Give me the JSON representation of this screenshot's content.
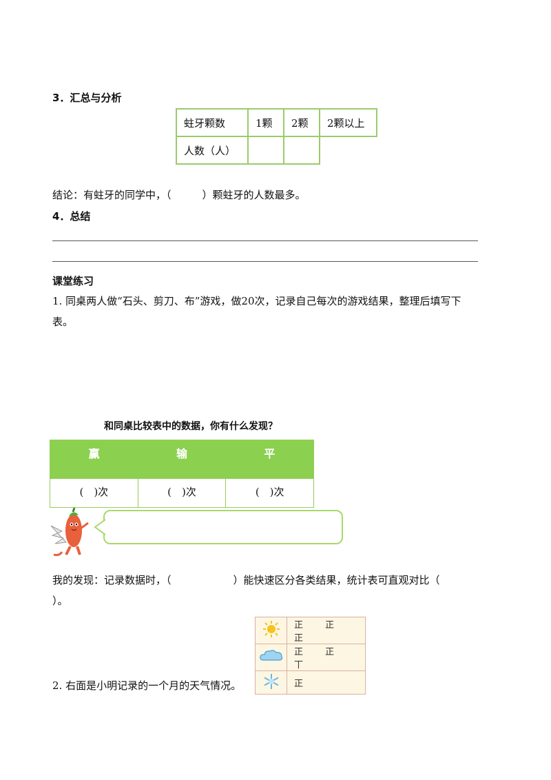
{
  "section3": {
    "title": "3．汇总与分析"
  },
  "cavity_table": {
    "headers": [
      "蛀牙颗数",
      "1颗",
      "2颗",
      "2颗以上"
    ],
    "row_label": "人数（人）"
  },
  "conclusion": "结论：有蛀牙的同学中，（　　　）颗蛀牙的人数最多。",
  "section4": {
    "title": "4．总结"
  },
  "practice": {
    "title": "课堂练习",
    "q1_line1": "1. 同桌两人做“石头、剪刀、布”游戏，做20次，记录自己每次的游戏结果，整理后填写下",
    "q1_line2": "表。",
    "compare_prompt": "和同桌比较表中的数据，你有什么发现？",
    "result_table": {
      "headers": [
        "赢",
        "输",
        "平"
      ],
      "values": [
        "(　)次",
        "(　)次",
        "(　)次"
      ]
    },
    "discovery_line1": "我的发现：记录数据时，（　　　　　　）能快速区分各类结果，统计表可直观对比（",
    "discovery_line2": "）。",
    "q2": "2. 右面是小明记录的一个月的天气情况。"
  },
  "weather_table": {
    "rows": [
      {
        "icon": "sun-icon",
        "tally": "正 正 正"
      },
      {
        "icon": "cloud-icon",
        "tally": "正 正 丅"
      },
      {
        "icon": "snowflake-icon",
        "tally": "正"
      }
    ]
  },
  "colors": {
    "accent_green": "#8bd04f",
    "table_border": "#9acb6b",
    "weather_bg": "#fdf6e2"
  }
}
